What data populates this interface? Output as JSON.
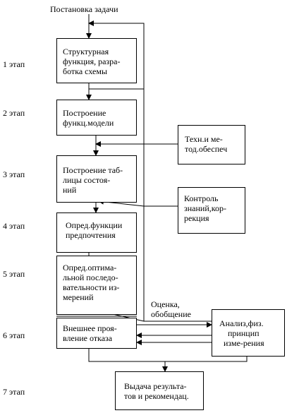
{
  "title": "Постановка задачи",
  "stages": [
    "1 этап",
    "2 этап",
    "3 этап",
    "4 этап",
    "5 этап",
    "6 этап",
    "7 этап"
  ],
  "blocks": {
    "b1": [
      "Структурная",
      "функция, разра-",
      "ботка схемы"
    ],
    "b2": [
      "Построение",
      "функц.модели"
    ],
    "b3": [
      "Построение таб-",
      "лицы состоя-",
      "ний"
    ],
    "b4": [
      "Опред.функции",
      "предпочтения"
    ],
    "b5": [
      "Опред.оптима-",
      "льной последо-",
      "вательности из-",
      "мерений"
    ],
    "b6": [
      "Внешнее проя-",
      "вление отказа"
    ],
    "b7": [
      "Выдача результа-",
      "тов и рекомендац."
    ]
  },
  "side_blocks": {
    "tech": [
      "Техн.и ме-",
      "тод.обеспеч"
    ],
    "control": [
      "Контроль",
      "знаний,кор-",
      "рекция"
    ],
    "analysis": [
      "Анализ,физ.",
      "принцип",
      "изме-рения"
    ]
  },
  "evaluation_label": [
    "Оценка,",
    "обобщение"
  ]
}
